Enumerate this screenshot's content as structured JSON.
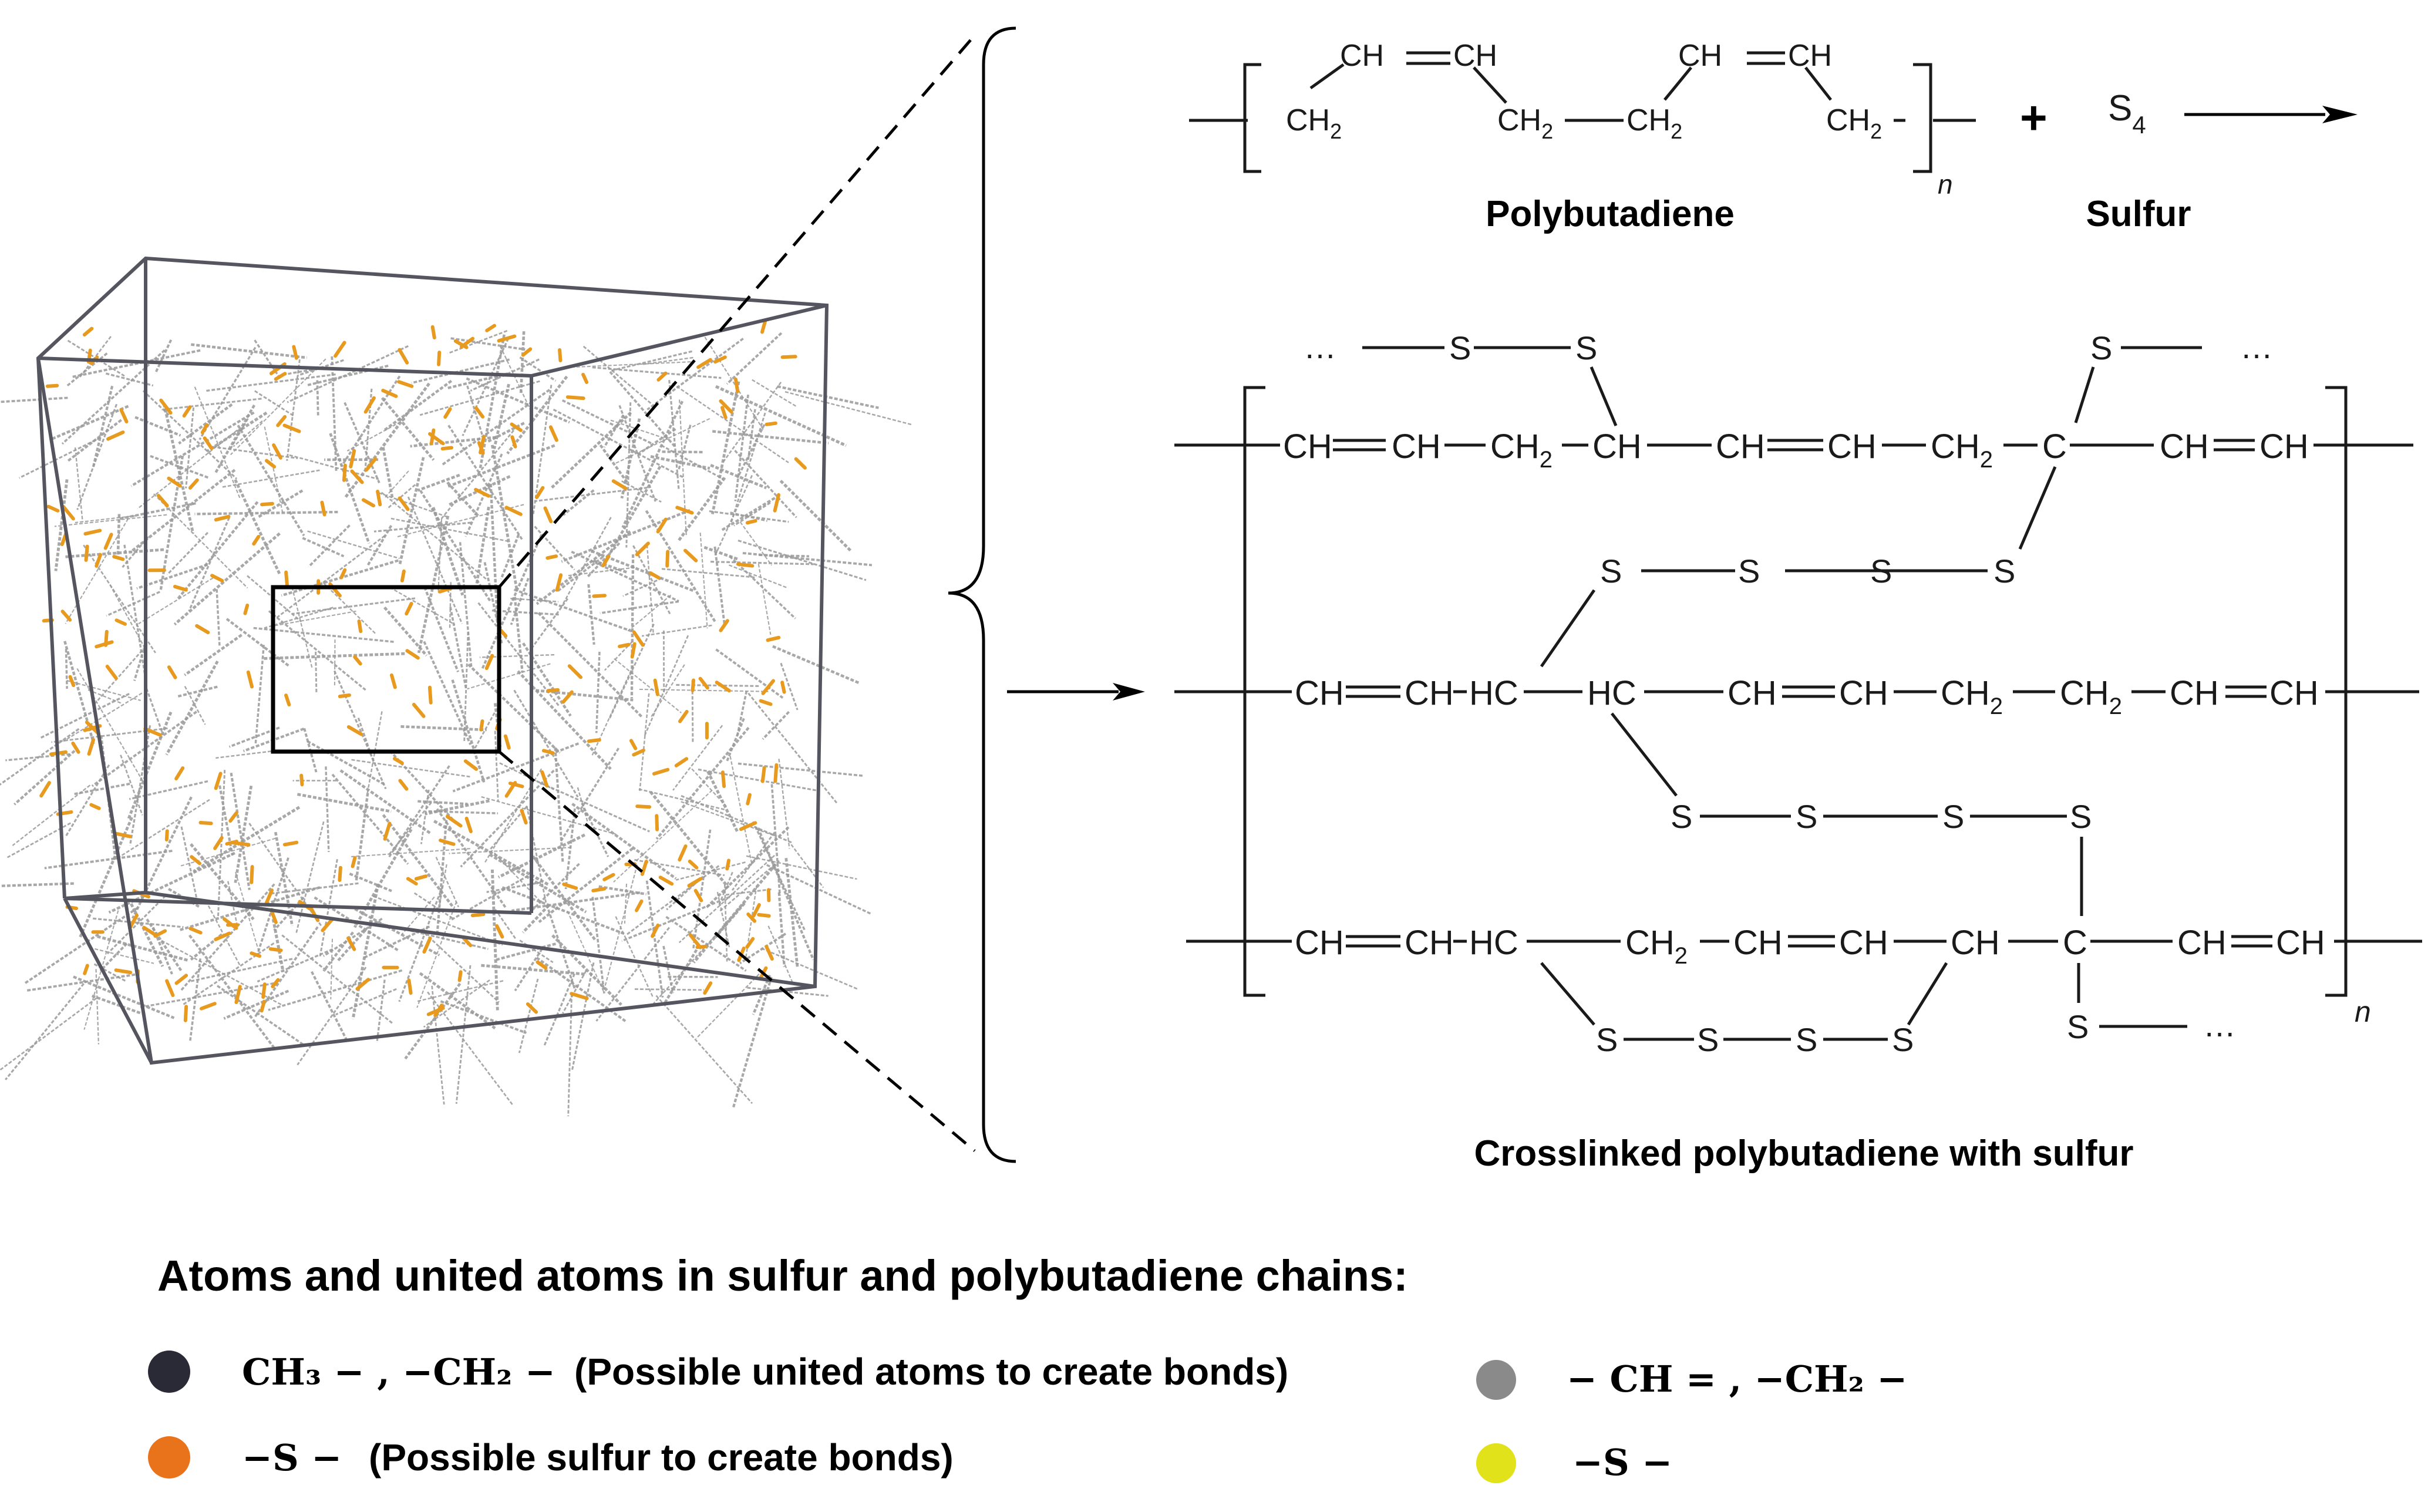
{
  "colors": {
    "united_atom": "#2a2a36",
    "possible_sulfur": "#e8731a",
    "chain_atom": "#8a8a8a",
    "sulfur_atom": "#e2e21a",
    "box_edge": "#55555f",
    "simulation_sulfur": "#e89a1e",
    "simulation_chain": "#9a9a9a"
  },
  "reaction": {
    "monomer": {
      "ch_a": "CH",
      "ch_b": "CH",
      "ch_c": "CH",
      "ch_d": "CH",
      "ch2": "CH",
      "sub2": "2",
      "repeat_index": "n"
    },
    "plus": "+",
    "sulfur_formula": "S",
    "sulfur_sub": "4",
    "polymer_label": "Polybutadiene",
    "sulfur_label": "Sulfur"
  },
  "crosslinked": {
    "ellipsis": "…",
    "s": "S",
    "row1": [
      "CH",
      "CH",
      "CH",
      "2",
      "CH",
      "CH",
      "CH",
      "CH",
      "2",
      "C",
      "CH",
      "CH"
    ],
    "row2": [
      "CH",
      "CH",
      "HC",
      "HC",
      "CH",
      "CH",
      "CH",
      "2",
      "CH",
      "2",
      "CH",
      "CH"
    ],
    "row3": [
      "CH",
      "CH",
      "HC",
      "CH",
      "2",
      "CH",
      "CH",
      "CH",
      "C",
      "CH",
      "CH"
    ],
    "repeat_index": "n",
    "label": "Crosslinked polybutadiene with sulfur"
  },
  "legend": {
    "title": "Atoms and united atoms in sulfur and polybutadiene chains:",
    "items": [
      {
        "formula": "CH₃ − , −CH₂ −",
        "note": "(Possible united atoms to create bonds)"
      },
      {
        "formula": "−S −",
        "note": "(Possible sulfur to create bonds)"
      },
      {
        "formula": "− CH = , −CH₂ −",
        "note": ""
      },
      {
        "formula": "−S −",
        "note": ""
      }
    ]
  }
}
